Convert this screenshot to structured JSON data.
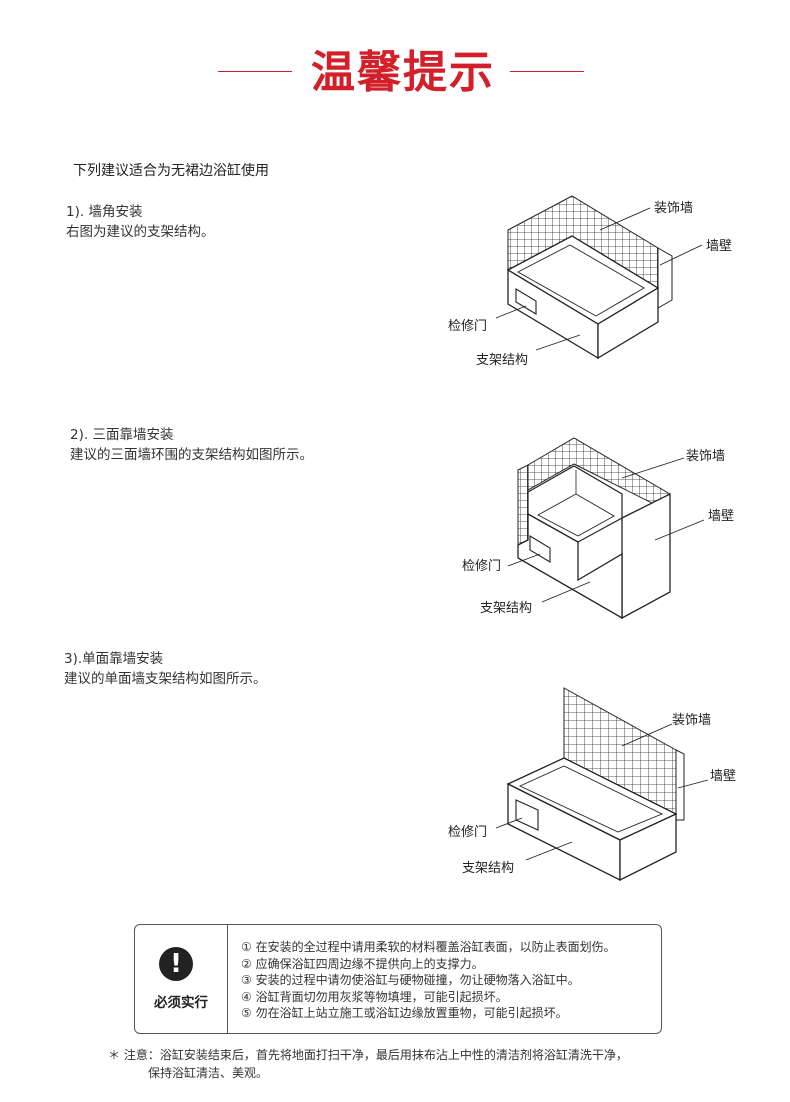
{
  "title": "温馨提示",
  "intro": "下列建议适合为无裙边浴缸使用",
  "sections": [
    {
      "heading": "1). 墙角安装",
      "desc": "右图为建议的支架结构。",
      "labels": {
        "decor_wall": "装饰墙",
        "wall": "墙壁",
        "access": "检修门",
        "frame": "支架结构"
      }
    },
    {
      "heading": "2). 三面靠墙安装",
      "desc": "建议的三面墙环围的支架结构如图所示。",
      "labels": {
        "decor_wall": "装饰墙",
        "wall": "墙壁",
        "access": "检修门",
        "frame": "支架结构"
      }
    },
    {
      "heading": "3).单面靠墙安装",
      "desc": "建议的单面墙支架结构如图所示。",
      "labels": {
        "decor_wall": "装饰墙",
        "wall": "墙壁",
        "access": "检修门",
        "frame": "支架结构"
      }
    }
  ],
  "notice": {
    "icon": "exclamation-icon",
    "label": "必须实行",
    "items": [
      "① 在安装的全过程中请用柔软的材料覆盖浴缸表面，以防止表面划伤。",
      "② 应确保浴缸四周边缘不提供向上的支撑力。",
      "③ 安装的过程中请勿使浴缸与硬物碰撞，勿让硬物落入浴缸中。",
      "④ 浴缸背面切勿用灰浆等物填埋，可能引起损坏。",
      "⑤ 勿在浴缸上站立施工或浴缸边缘放置重物，可能引起损坏。"
    ]
  },
  "footnote": {
    "line1": "＊ 注意：浴缸安装结束后，首先将地面打扫干净，最后用抹布沾上中性的清洁剂将浴缸清洗干净，",
    "line2": "保持浴缸清洁、美观。"
  },
  "colors": {
    "title": "#d31f2a",
    "text": "#333333"
  }
}
